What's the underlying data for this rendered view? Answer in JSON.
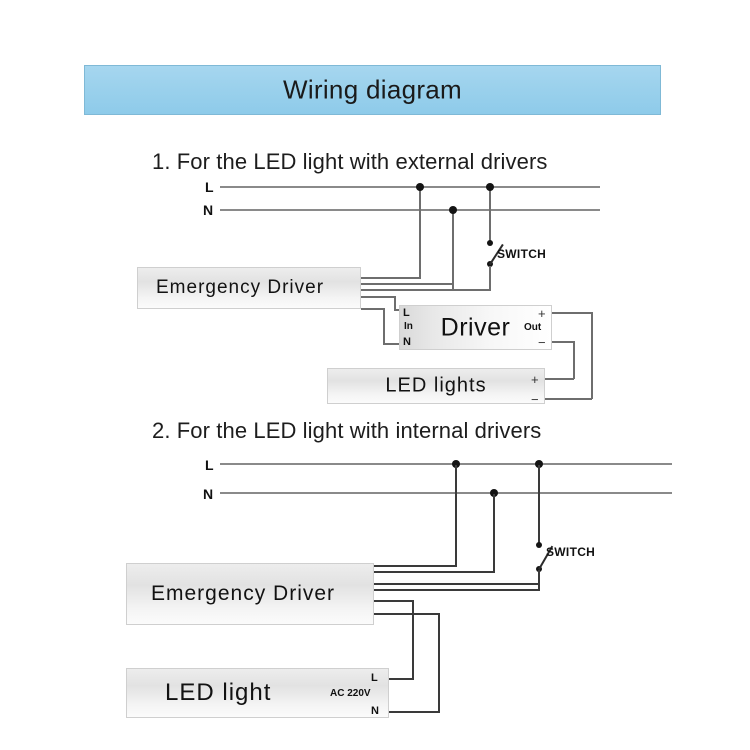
{
  "banner": {
    "title": "Wiring diagram",
    "bg_color": "#9bd1ec",
    "border_color": "#7fb9d6"
  },
  "sections": [
    {
      "id": "section-1",
      "heading": "1. For the LED light with external drivers",
      "rails": {
        "live_label": "L",
        "neutral_label": "N"
      },
      "switch": {
        "label": "SWITCH"
      },
      "boxes": [
        {
          "id": "emergency-driver",
          "label": "Emergency Driver"
        },
        {
          "id": "driver",
          "label": "Driver",
          "in_label": "In",
          "out_label": "Out",
          "live_label": "L",
          "neutral_label": "N",
          "plus_label": "+",
          "minus_label": "−"
        },
        {
          "id": "led-lights",
          "label": "LED lights",
          "plus_label": "+",
          "minus_label": "−"
        }
      ]
    },
    {
      "id": "section-2",
      "heading": "2. For the LED light with internal drivers",
      "rails": {
        "live_label": "L",
        "neutral_label": "N"
      },
      "switch": {
        "label": "SWITCH"
      },
      "boxes": [
        {
          "id": "emergency-driver",
          "label": "Emergency Driver"
        },
        {
          "id": "led-light",
          "label": "LED light",
          "voltage_label": "AC 220V",
          "live_label": "L",
          "neutral_label": "N"
        }
      ]
    }
  ],
  "colors": {
    "wire": "#8a8a8a",
    "wire_dark": "#3a3a3a",
    "junction_dot": "#141414",
    "box_border": "#cfcfcf",
    "text": "#121212",
    "page_background": "#ffffff"
  }
}
